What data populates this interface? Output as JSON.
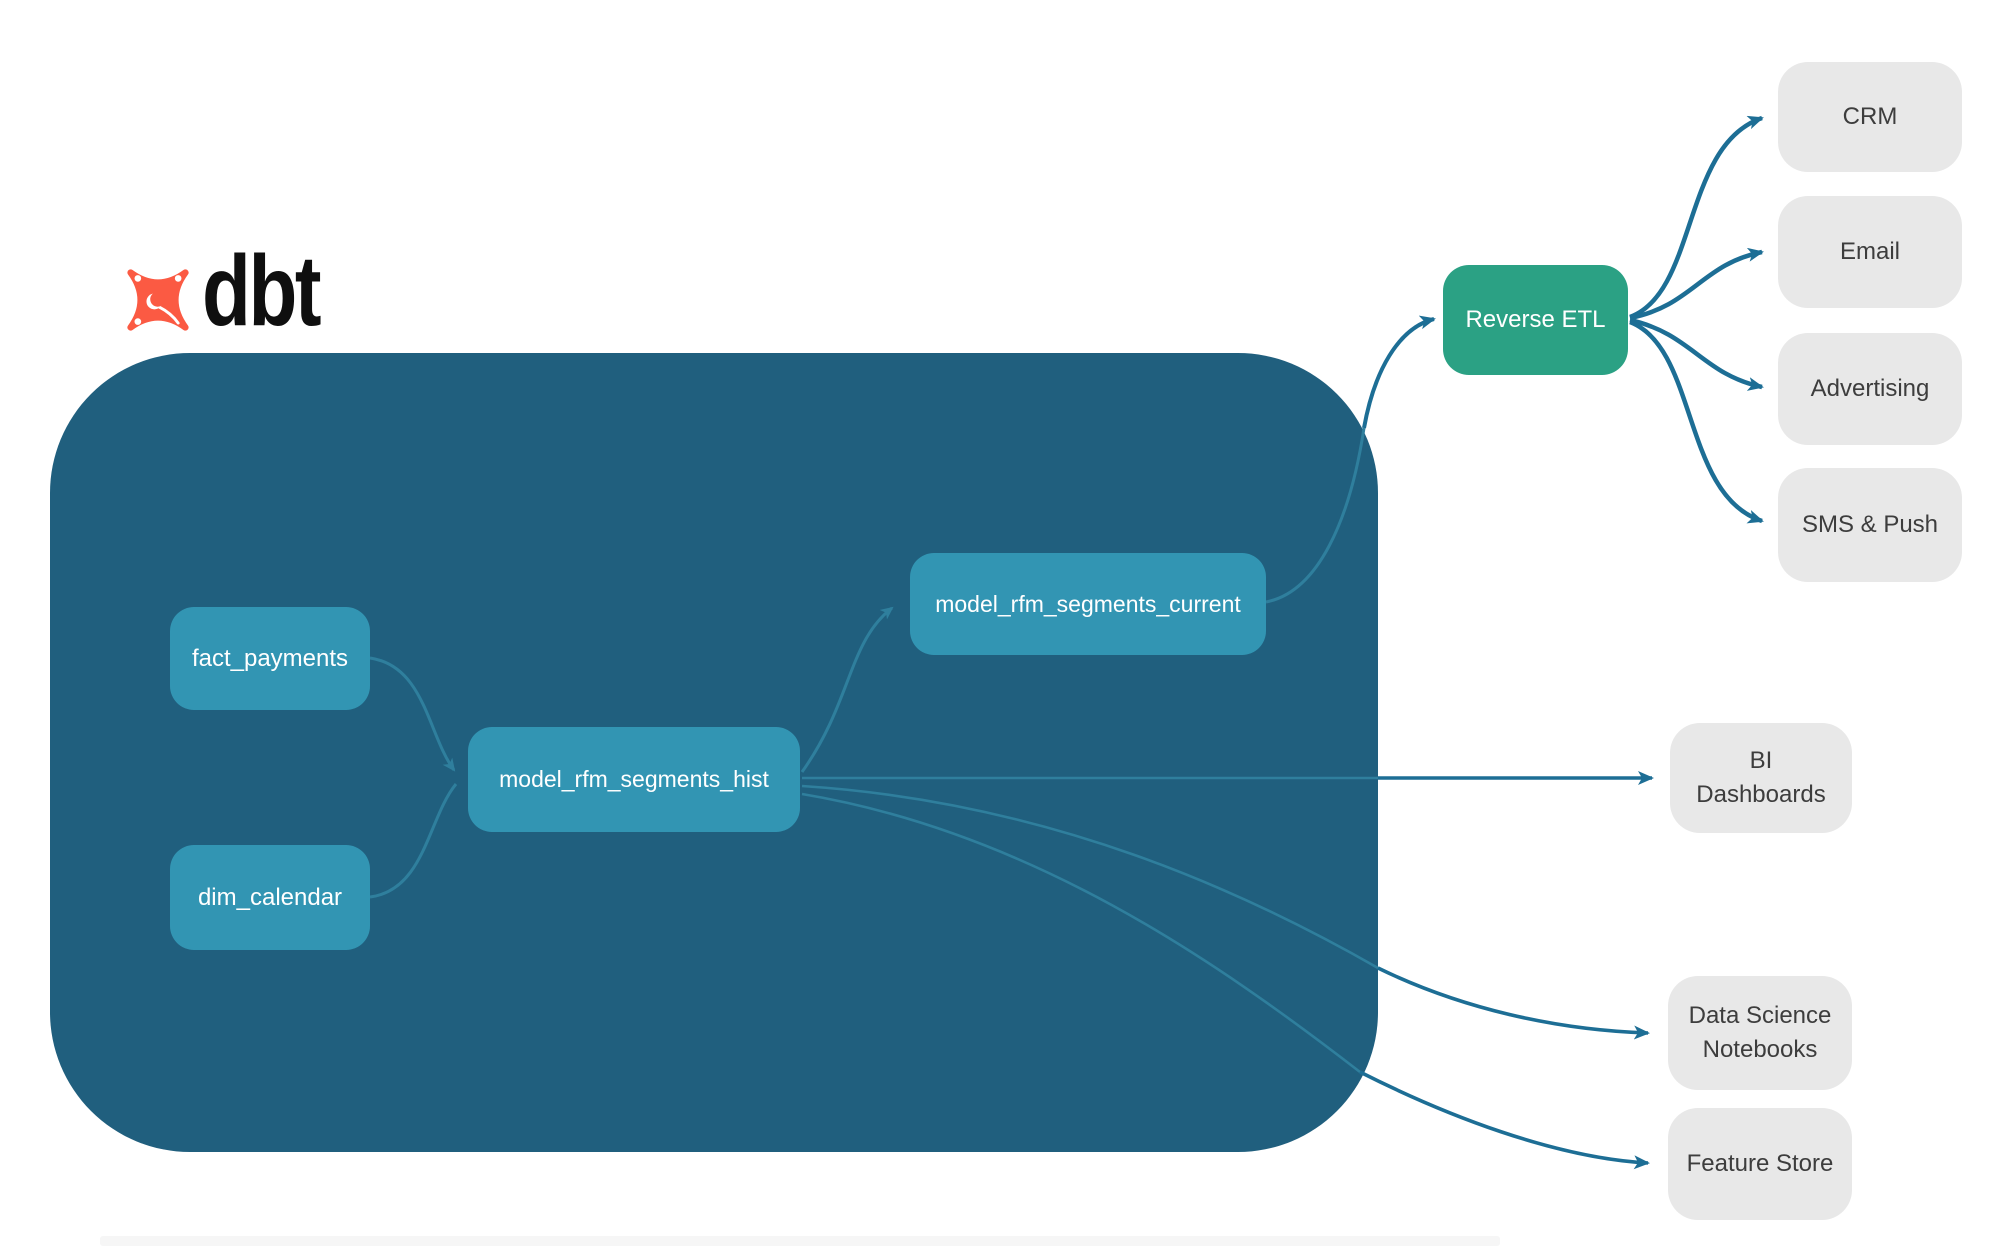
{
  "logo": {
    "brand": "dbt"
  },
  "colors": {
    "warehouse_container": "#205f7e",
    "model_node": "#3295b3",
    "reverse_etl_node": "#2ba184",
    "destination_node": "#e8e8e8",
    "edge_outside": "#1d6e95",
    "edge_inside": "#2f7f9d",
    "logo_orange": "#fb5a43",
    "logo_text": "#0f0f0f"
  },
  "nodes": {
    "fact_payments": {
      "label": "fact_payments"
    },
    "dim_calendar": {
      "label": "dim_calendar"
    },
    "hist": {
      "label": "model_rfm_segments_hist"
    },
    "current": {
      "label": "model_rfm_segments_current"
    },
    "reverse_etl": {
      "label": "Reverse ETL"
    },
    "crm": {
      "label": "CRM"
    },
    "email": {
      "label": "Email"
    },
    "advertising": {
      "label": "Advertising"
    },
    "sms_push": {
      "label": "SMS & Push"
    },
    "bi_dashboards": {
      "label": "BI Dashboards"
    },
    "data_science_notebooks": {
      "label": "Data Science Notebooks"
    },
    "feature_store": {
      "label": "Feature Store"
    }
  },
  "edges": [
    {
      "from": "fact_payments",
      "to": "model_rfm_segments_hist"
    },
    {
      "from": "dim_calendar",
      "to": "model_rfm_segments_hist"
    },
    {
      "from": "model_rfm_segments_hist",
      "to": "model_rfm_segments_current"
    },
    {
      "from": "model_rfm_segments_current",
      "to": "Reverse ETL"
    },
    {
      "from": "Reverse ETL",
      "to": "CRM"
    },
    {
      "from": "Reverse ETL",
      "to": "Email"
    },
    {
      "from": "Reverse ETL",
      "to": "Advertising"
    },
    {
      "from": "Reverse ETL",
      "to": "SMS & Push"
    },
    {
      "from": "model_rfm_segments_hist",
      "to": "BI Dashboards"
    },
    {
      "from": "model_rfm_segments_hist",
      "to": "Data Science Notebooks"
    },
    {
      "from": "model_rfm_segments_hist",
      "to": "Feature Store"
    }
  ]
}
